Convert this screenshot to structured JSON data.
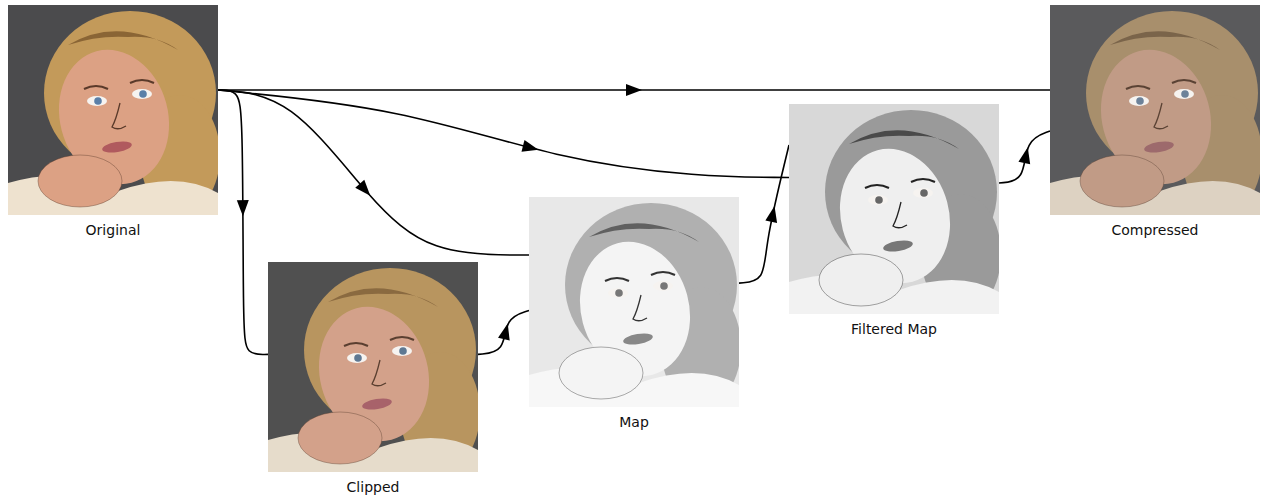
{
  "diagram": {
    "nodes": [
      {
        "text": [
          "Original"
        ]
      },
      {
        "text": [
          "Clipped"
        ]
      },
      {
        "text": [
          "Map"
        ]
      },
      {
        "text": [
          "Filtered Map"
        ]
      },
      {
        "text": [
          "Compressed"
        ]
      }
    ],
    "edges": [
      {
        "from": 0,
        "to": 4,
        "arrow": "to"
      },
      {
        "from": 0,
        "to": 3,
        "arrow": "to"
      },
      {
        "from": 0,
        "to": 2,
        "arrow": "to"
      },
      {
        "from": 0,
        "to": 1,
        "arrow": "to"
      },
      {
        "from": 1,
        "to": 2,
        "arrow": "to"
      },
      {
        "from": 2,
        "to": 3,
        "arrow": "to"
      },
      {
        "from": 3,
        "to": 4,
        "arrow": "to"
      }
    ]
  }
}
